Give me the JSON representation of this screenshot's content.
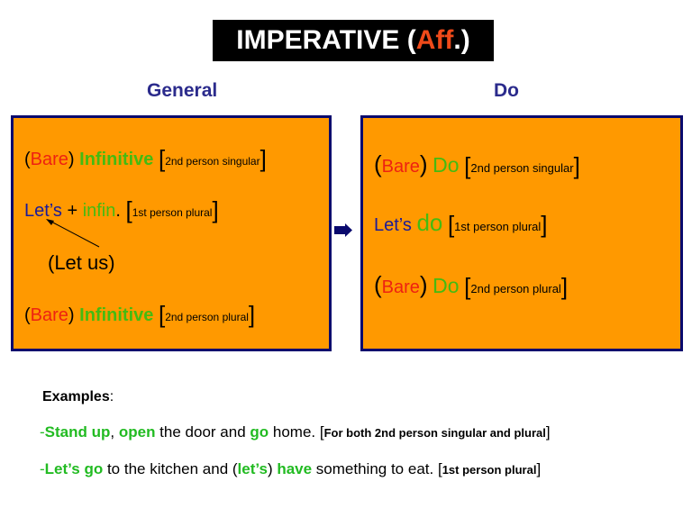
{
  "title": {
    "main": "IMPERATIVE (",
    "aff": "Aff",
    "tail": ".)"
  },
  "headings": {
    "general": "General",
    "do": "Do"
  },
  "general_panel": {
    "line1": {
      "open": "(",
      "bare": "Bare",
      "close": ")",
      "word": "Infinitive",
      "lb": "[",
      "note": "2nd person singular",
      "rb": "]"
    },
    "line2": {
      "lets": "Let’s",
      "plus": " + ",
      "word": "infin",
      "dot": ".",
      "lb": "[",
      "note": "1st person plural",
      "rb": "]"
    },
    "let_us": "(Let us)",
    "line4": {
      "open": "(",
      "bare": "Bare",
      "close": ")",
      "word": "Infinitive",
      "lb": "[",
      "note": "2nd person plural",
      "rb": "]"
    }
  },
  "do_panel": {
    "line1": {
      "open": "(",
      "bare": "Bare",
      "close": ")",
      "word": "Do",
      "lb": "[",
      "note": "2nd person singular",
      "rb": "]"
    },
    "line2": {
      "lets": "Let’s",
      "word": "do",
      "lb": "[",
      "note": "1st person plural",
      "rb": "]"
    },
    "line3": {
      "open": "(",
      "bare": "Bare",
      "close": ")",
      "word": "Do",
      "lb": "[",
      "note": "2nd person plural",
      "rb": "]"
    }
  },
  "examples": {
    "label": "Examples",
    "colon": ":",
    "ex1": {
      "dash": "-",
      "w1": "Stand up",
      "t1": ", ",
      "w2": "open",
      "t2": " the door and ",
      "w3": "go",
      "t3": " home. ",
      "lb": "[",
      "note": "For both 2nd person singular and plural",
      "rb": "]"
    },
    "ex2": {
      "dash": "-",
      "w1": "Let’s go",
      "t1": " to the kitchen and (",
      "w2": "let’s",
      "t2": ") ",
      "w3": "have",
      "t3": " something to eat. ",
      "lb": "[",
      "note": "1st person plural",
      "rb": "]"
    }
  },
  "icons": {
    "arrow": "right-arrow-icon",
    "pointer": "pointer-arrow-icon"
  },
  "colors": {
    "panel_fill": "#ff9900",
    "panel_border": "#0a0a6e",
    "heading": "#2b2b8c",
    "bare_red": "#ee2211",
    "verb_green": "#44bb11",
    "lets_blue": "#1a1a99",
    "aff_red": "#f04a1a"
  }
}
